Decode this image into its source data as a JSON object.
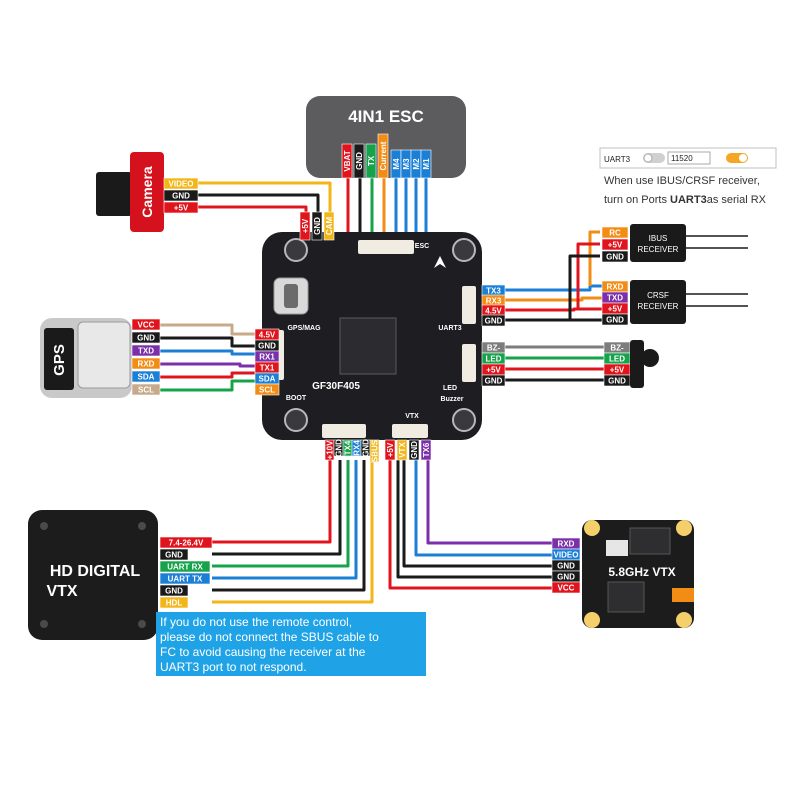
{
  "esc": {
    "title": "4IN1 ESC",
    "pins": [
      "VBAT",
      "GND",
      "TX",
      "Current",
      "M4",
      "M3",
      "M2",
      "M1"
    ]
  },
  "camera": {
    "name": "Camera",
    "pins": [
      "VIDEO",
      "GND",
      "+5V"
    ]
  },
  "gps": {
    "name": "GPS",
    "pins": [
      "VCC",
      "GND",
      "TXD",
      "RXD",
      "SDA",
      "SCL"
    ]
  },
  "board": {
    "name": "GF30F405",
    "port_labels": [
      "GPS/MAG",
      "ESC",
      "UART3",
      "LED",
      "Buzzer",
      "BOOT",
      "VTX"
    ],
    "gps_pads": [
      "4.5V",
      "GND",
      "RX1",
      "TX1",
      "SDA",
      "SCL"
    ],
    "cam_pads": [
      "+5V",
      "GND",
      "CAM"
    ],
    "uart3_pads": [
      "TX3",
      "RX3",
      "4.5V",
      "GND"
    ],
    "led_pads": [
      "BZ-",
      "LED",
      "+5V",
      "GND"
    ],
    "hd_pads": [
      "+10V",
      "GND",
      "TX4",
      "RX4",
      "GND",
      "SBUS"
    ],
    "vtx_pads": [
      "+5V",
      "VTX",
      "GND",
      "TX6"
    ]
  },
  "note_top": {
    "port": "UART3",
    "value": "11520",
    "line1": "When use IBUS/CRSF receiver,",
    "line2_a": "turn on Ports ",
    "line2_b": "UART3",
    "line2_c": "as serial RX"
  },
  "ibus": {
    "name_1": "IBUS",
    "name_2": "RECEIVER",
    "pins": [
      "RC",
      "+5V",
      "GND"
    ]
  },
  "crsf": {
    "name_1": "CRSF",
    "name_2": "RECEIVER",
    "pins": [
      "RXD",
      "TXD",
      "+5V",
      "GND"
    ]
  },
  "led": {
    "pins": [
      "BZ-",
      "LED",
      "+5V",
      "GND"
    ]
  },
  "hd_vtx": {
    "name_1": "HD DIGITAL",
    "name_2": "VTX",
    "pins": [
      "7.4-26.4V",
      "GND",
      "UART RX",
      "UART TX",
      "GND",
      "HDL"
    ]
  },
  "vtx58": {
    "name": "5.8GHz VTX",
    "pins": [
      "RXD",
      "VIDEO",
      "GND",
      "GND",
      "VCC"
    ]
  },
  "note_bottom": {
    "line1": "If you do not use the         remote control,",
    "line2": "please do not connect the SBUS cable to",
    "line3": "FC to avoid causing the receiver at the",
    "line4": "UART3 port to not respond."
  },
  "colors": {
    "red": "#e0141c",
    "black": "#1a1a1a",
    "green": "#16a34a",
    "blue": "#1b7fd6",
    "purple": "#7b2fa8",
    "orange": "#f28c14",
    "yellow": "#f2b619",
    "gray": "#7d7d7d",
    "tan": "#c8a98a",
    "white": "#ffffff",
    "note_bg": "#1fa3e6",
    "board": "#1e1e22"
  }
}
